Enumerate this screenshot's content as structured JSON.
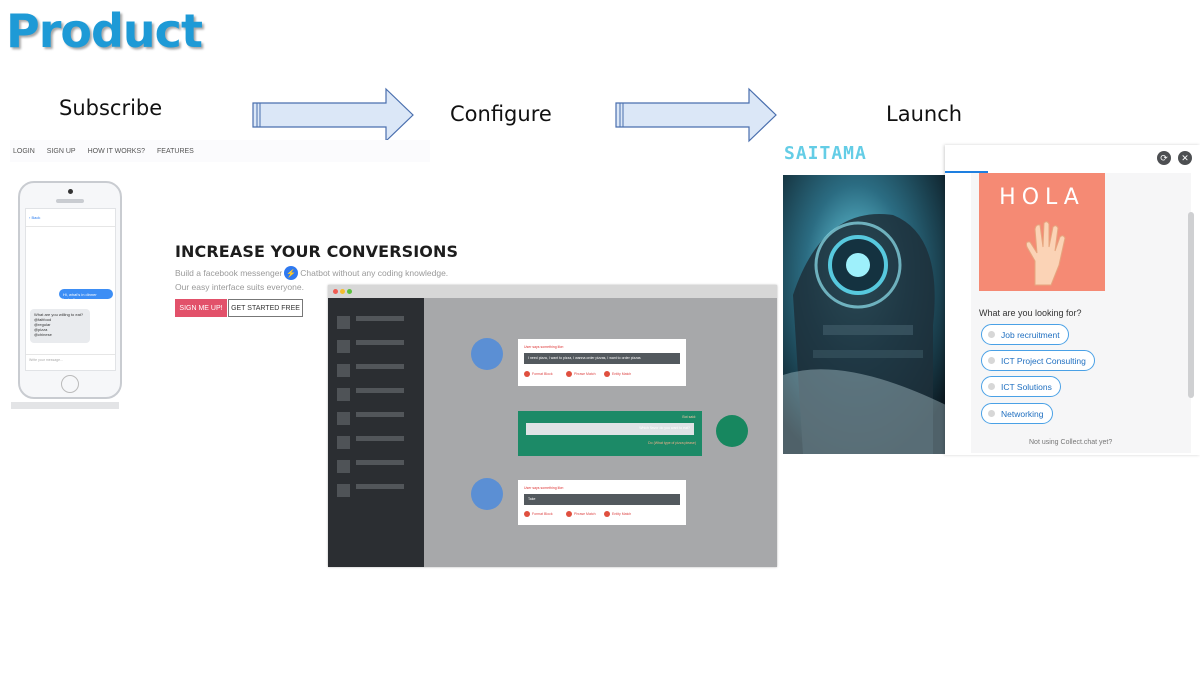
{
  "title": "Product",
  "steps": {
    "subscribe": "Subscribe",
    "configure": "Configure",
    "launch": "Launch"
  },
  "colors": {
    "title": "#1e9ad6",
    "arrow_fill": "#dbe7f7",
    "arrow_stroke": "#4a6fae",
    "accent_pink": "#e2516a",
    "hola_bg": "#f58a74",
    "green": "#1c8a67"
  },
  "site": {
    "nav": [
      "LOGIN",
      "SIGN UP",
      "HOW IT WORKS?",
      "FEATURES"
    ],
    "headline": "INCREASE YOUR CONVERSIONS",
    "sub_before": "Build a facebook messenger",
    "sub_after": "Chatbot without any coding knowledge.",
    "sub2": "Our easy interface suits everyone.",
    "signup_btn": "SIGN ME UP!",
    "started_btn": "GET STARTED FREE",
    "messenger_icon": "messenger-icon",
    "phone": {
      "back": "Back",
      "bubble_user": "Hi, what's in dinner today?",
      "bubble_bot": [
        "What are you willing to eat?",
        "@faitfood",
        "@regular",
        "@pizza",
        "@chinese"
      ],
      "input_placeholder": "Write your message..."
    }
  },
  "builder": {
    "card1": {
      "label": "User says something like:",
      "input": "I need pizza, I want to pizza, I wanna order pizzas, I want to order pizzas",
      "buttons": [
        "Format Block",
        "Phrase Match",
        "Entity Match"
      ]
    },
    "card2": {
      "label": "Bot said:",
      "input": "Which flavor do you want to eat?",
      "footer": "Do (What type of pizza please)"
    },
    "card3": {
      "label": "User says something like:",
      "input": "Take",
      "buttons": [
        "Format Block",
        "Phrase Match",
        "Entity Match"
      ]
    }
  },
  "launch": {
    "brand": "SAITAMA",
    "hola": "HOLA",
    "question": "What are you looking for?",
    "options": [
      "Job recruitment",
      "ICT Project Consulting",
      "ICT Solutions",
      "Networking"
    ],
    "footer": "Not using Collect.chat yet?",
    "refresh_icon": "refresh-icon",
    "close_icon": "close-icon"
  }
}
